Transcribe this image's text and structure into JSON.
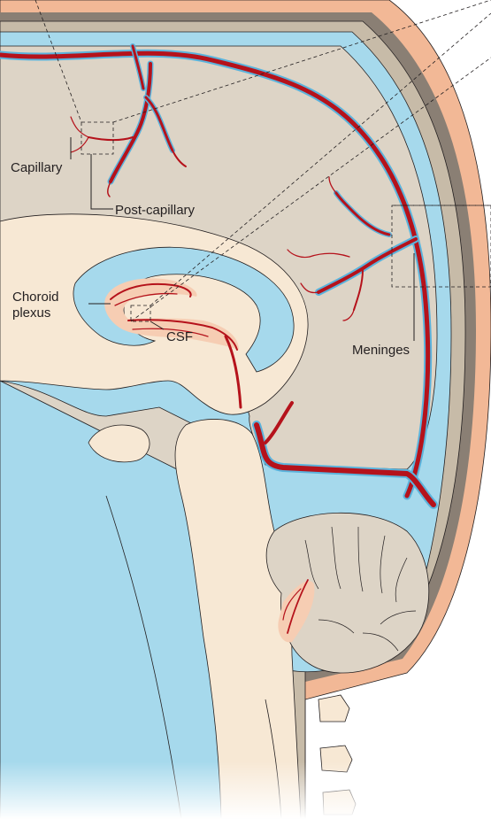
{
  "labels": {
    "capillary": "Capillary",
    "post_capillary": "Post-capillary",
    "choroid_line1": "Choroid",
    "choroid_line2": "plexus",
    "csf": "CSF",
    "meninges": "Meninges"
  },
  "colors": {
    "skin": "#f2b896",
    "skull": "#8a7f74",
    "dura": "#c7bba8",
    "csf": "#a6d9ec",
    "brain": "#ddd4c6",
    "white_matter": "#f7e8d4",
    "vessel": "#b5121b",
    "choroid_tissue": "#f6cdb3",
    "outline": "#231f20"
  }
}
